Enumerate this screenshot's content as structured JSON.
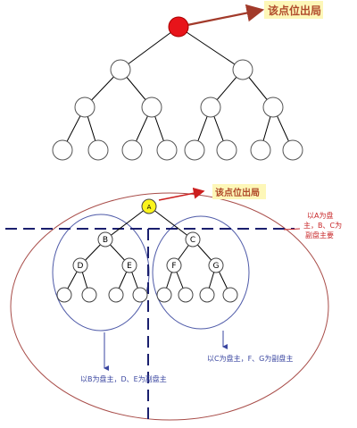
{
  "colors": {
    "line": "#000000",
    "node_fill": "#ffffff",
    "root_red": "#e8141a",
    "root_yellow": "#fbf41c",
    "label_bg": "#fdf7b8",
    "arrow": "#a23a2a",
    "red_arrow": "#cc1f1f",
    "big_ellipse": "#a84c48",
    "sub_ellipse": "#4e5aa8",
    "dash_line": "#1a1f6e",
    "annotation_red": "#c8282a",
    "annotation_blue": "#3a46a0"
  },
  "top_tree": {
    "callout": "该点位出局"
  },
  "bottom_tree": {
    "callout": "该点位出局",
    "node_a": "A",
    "node_b": "B",
    "node_c": "C",
    "node_d": "D",
    "node_e": "E",
    "node_f": "F",
    "node_g": "G",
    "note_right_1": "以A为盘",
    "note_right_2": "主，B、C为",
    "note_right_3": "副盘主要",
    "note_left": "以B为盘主，D、E为副盘主",
    "note_mid": "以C为盘主，F、G为副盘主"
  }
}
